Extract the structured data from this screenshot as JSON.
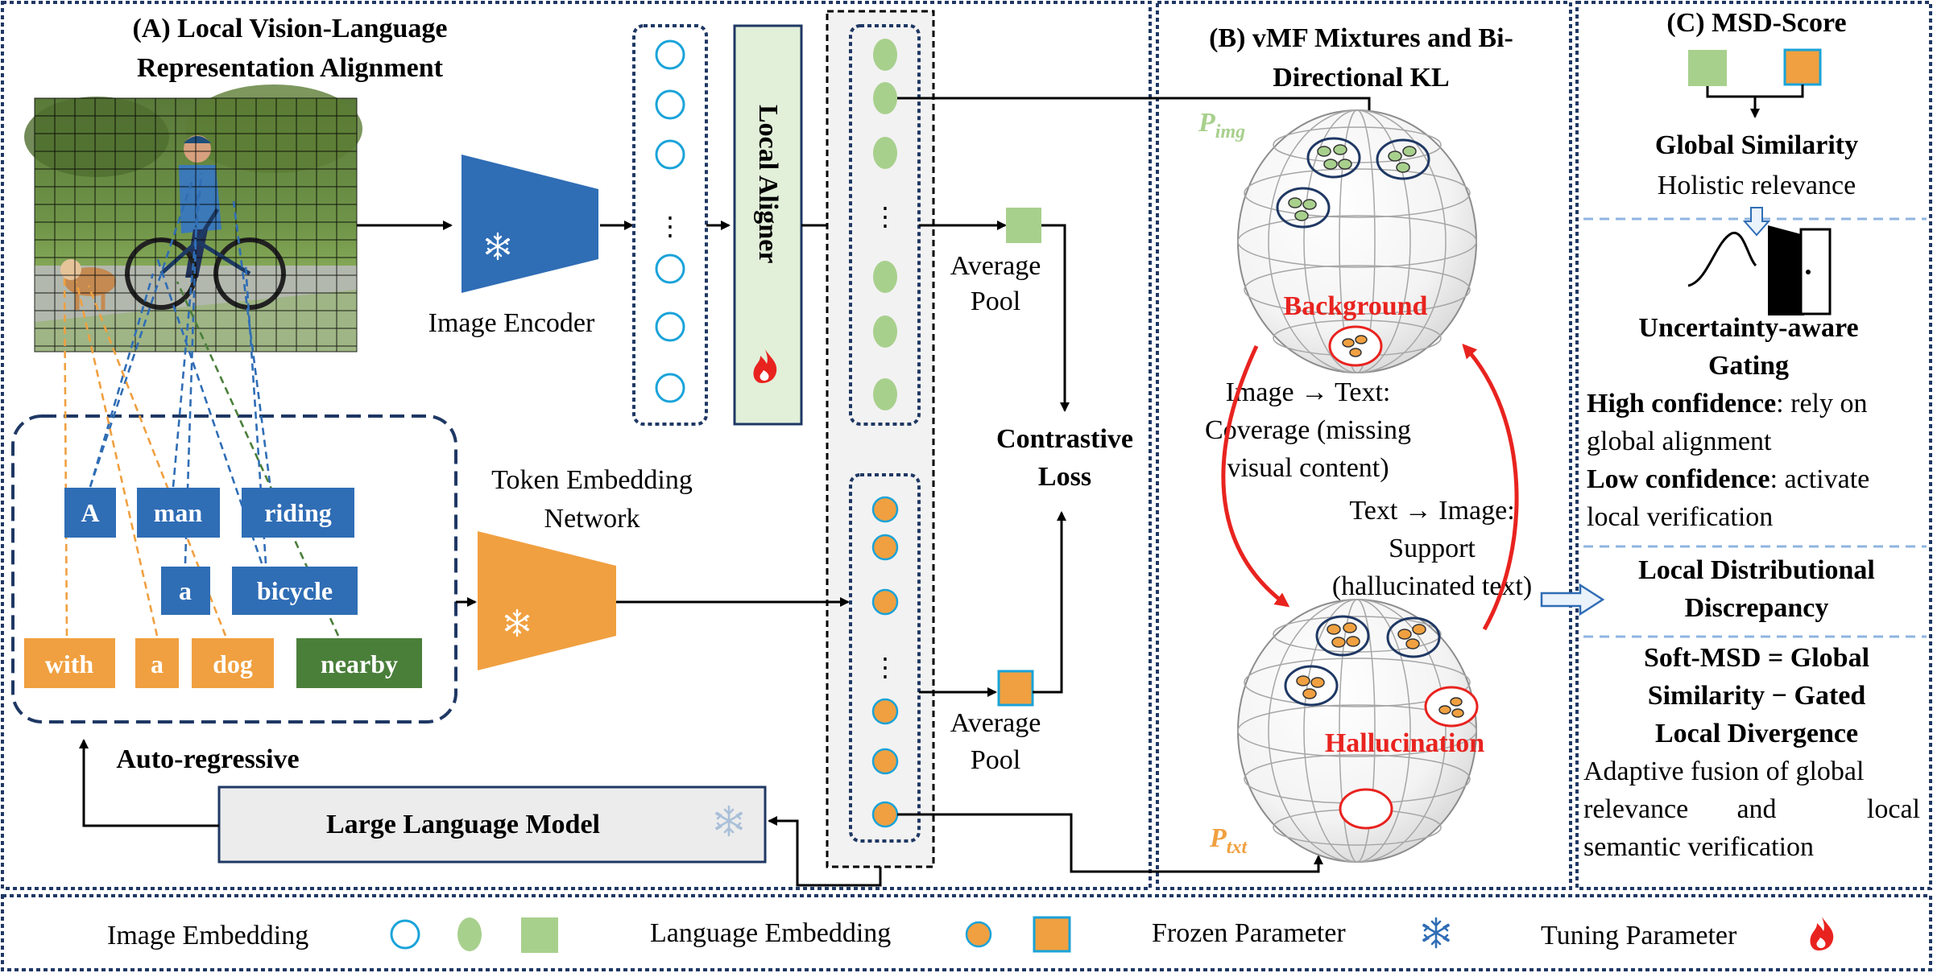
{
  "sectionA": {
    "title_line1": "(A) Local Vision-Language",
    "title_line2": "Representation Alignment"
  },
  "sectionB": {
    "title_line1": "(B) vMF Mixtures and Bi-",
    "title_line2": "Directional KL",
    "p_img": "P",
    "p_img_sub": "img",
    "p_txt": "P",
    "p_txt_sub": "txt",
    "background_label": "Background",
    "hallucination_label": "Hallucination",
    "img_to_text_l1": "Image → Text:",
    "img_to_text_l2": "Coverage (missing",
    "img_to_text_l3": "visual content)",
    "text_to_img_l1": "Text → Image:",
    "text_to_img_l2": "Support",
    "text_to_img_l3": "(hallucinated text)"
  },
  "sectionC": {
    "title": "(C) MSD-Score",
    "global_sim": "Global  Similarity",
    "holistic": "Holistic relevance",
    "gating_l1": "Uncertainty-aware",
    "gating_l2": "Gating",
    "high_conf_bold": "High confidence",
    "high_conf_rest": ": rely on",
    "high_conf_l2": "global alignment",
    "low_conf_bold": "Low confidence",
    "low_conf_rest": ": activate",
    "low_conf_l2": "local verification",
    "ldd_l1": "Local Distributional",
    "ldd_l2": "Discrepancy",
    "soft_l1": "Soft-MSD = Global",
    "soft_l2": "Similarity − Gated",
    "soft_l3": "Local Divergence",
    "adaptive_l1": "Adaptive fusion of global",
    "adaptive_l2a": "relevance",
    "adaptive_l2b": "and",
    "adaptive_l2c": "local",
    "adaptive_l3": "semantic verification"
  },
  "labels": {
    "image_encoder": "Image Encoder",
    "local_aligner": "Local Aligner",
    "token_emb_l1": "Token Embedding",
    "token_emb_l2": "Network",
    "avg_pool_1a": "Average",
    "avg_pool_1b": "Pool",
    "avg_pool_2a": "Average",
    "avg_pool_2b": "Pool",
    "contrastive_l1": "Contrastive",
    "contrastive_l2": "Loss",
    "autoregressive": "Auto-regressive",
    "llm": "Large Language Model",
    "dots": "⋮"
  },
  "tokens": {
    "blue": [
      "A",
      "man",
      "riding",
      "a",
      "bicycle"
    ],
    "orange": [
      "with",
      "a",
      "dog"
    ],
    "green": [
      "nearby"
    ]
  },
  "legend": {
    "image_embedding": "Image Embedding",
    "language_embedding": "Language Embedding",
    "frozen": "Frozen Parameter",
    "tuning": "Tuning Parameter"
  },
  "colors": {
    "blue": "#2f6db5",
    "orange": "#f0a040",
    "green": "#4a7f3a",
    "light_green": "#a8d08d",
    "red": "#e8231f",
    "navy": "#1f3864"
  },
  "icons": {
    "snowflake": "snowflake-icon",
    "flame": "flame-icon",
    "door": "door-icon",
    "wave": "wave-icon"
  }
}
